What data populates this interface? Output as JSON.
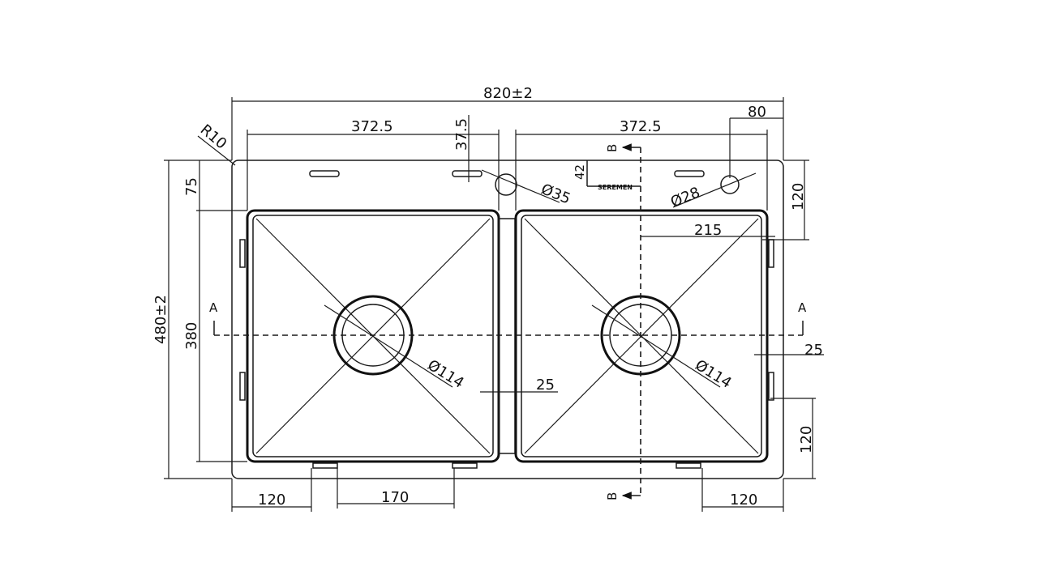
{
  "dimensions": {
    "overall_width": "820±2",
    "overall_height": "480±2",
    "bowl_width_left": "372.5",
    "bowl_width_right": "372.5",
    "tap_offset_top": "37.5",
    "right_edge_offset": "80",
    "corner_radius": "R10",
    "top_margin": "75",
    "bowl_height": "380",
    "right_top_height": "120",
    "overflow_height": "42",
    "center_offset": "215",
    "left_bottom": "120",
    "middle_bottom": "170",
    "right_bottom": "120",
    "right_lower_height": "120",
    "divider_width": "25",
    "right_margin": "25"
  },
  "holes": {
    "tap_hole": "Ø35",
    "second_hole": "Ø28",
    "drain_left": "Ø114",
    "drain_right": "Ø114"
  },
  "sections": {
    "a_left": "A",
    "a_right": "A",
    "b_top": "B",
    "b_bottom": "B"
  },
  "label_plate": "SEREMEN"
}
